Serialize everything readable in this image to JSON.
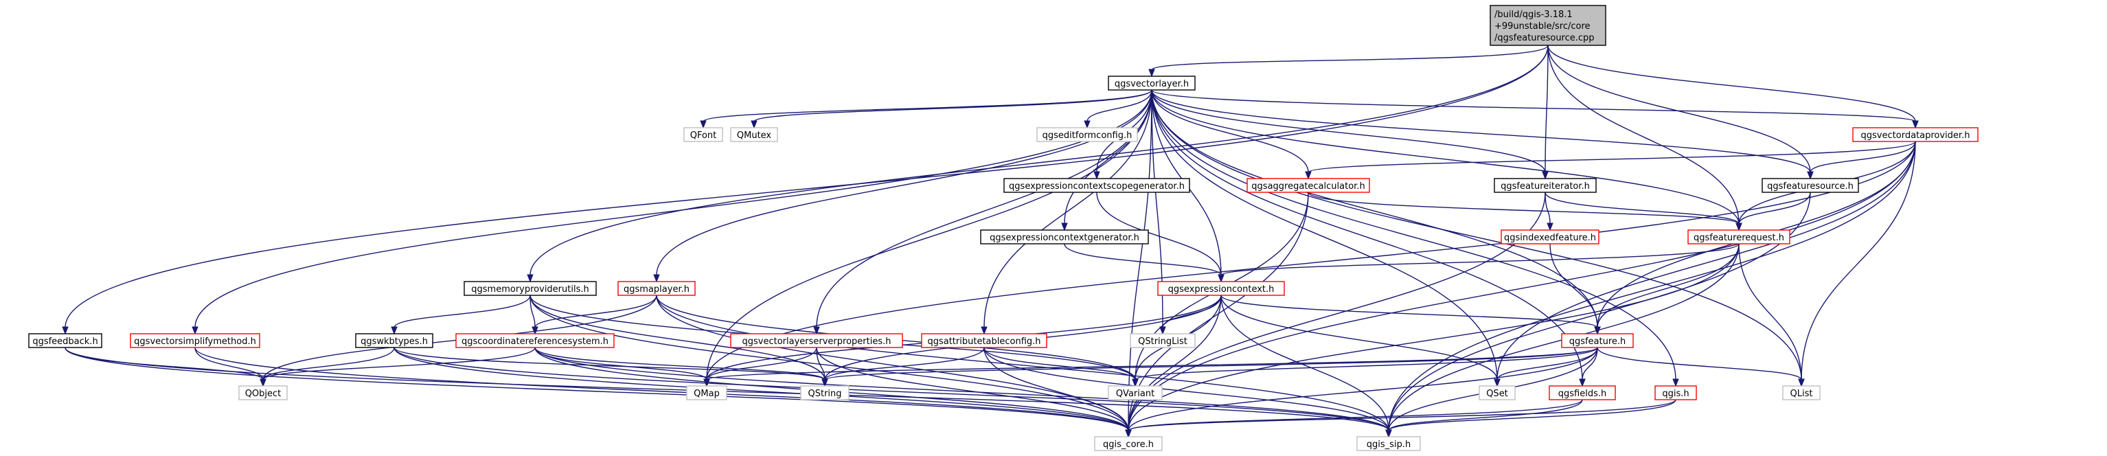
{
  "colors": {
    "edge": "#191970",
    "root_fill": "#bfbfbf",
    "border_black": "#000000",
    "border_red": "#ff0000",
    "border_gray": "#bfbfbf"
  },
  "nodes": [
    {
      "id": "root",
      "lines": [
        "/build/qgis-3.18.1",
        "+99unstable/src/core",
        "/qgsfeaturesource.cpp"
      ],
      "style": "root"
    },
    {
      "id": "vectorlayer",
      "lines": [
        "qgsvectorlayer.h"
      ],
      "style": "black"
    },
    {
      "id": "vectordataprovider",
      "lines": [
        "qgsvectordataprovider.h"
      ],
      "style": "red"
    },
    {
      "id": "qfont",
      "lines": [
        "QFont"
      ],
      "style": "gray"
    },
    {
      "id": "qmutex",
      "lines": [
        "QMutex"
      ],
      "style": "gray"
    },
    {
      "id": "editformconfig",
      "lines": [
        "qgseditformconfig.h"
      ],
      "style": "gray"
    },
    {
      "id": "exprctxscopegen",
      "lines": [
        "qgsexpressioncontextscopegenerator.h"
      ],
      "style": "black"
    },
    {
      "id": "aggregatecalc",
      "lines": [
        "qgsaggregatecalculator.h"
      ],
      "style": "red"
    },
    {
      "id": "featureiterator",
      "lines": [
        "qgsfeatureiterator.h"
      ],
      "style": "black"
    },
    {
      "id": "featuresource",
      "lines": [
        "qgsfeaturesource.h"
      ],
      "style": "black"
    },
    {
      "id": "indexedfeature",
      "lines": [
        "qgsindexedfeature.h"
      ],
      "style": "red"
    },
    {
      "id": "exprctxgen",
      "lines": [
        "qgsexpressioncontextgenerator.h"
      ],
      "style": "black"
    },
    {
      "id": "featurerequest",
      "lines": [
        "qgsfeaturerequest.h"
      ],
      "style": "red"
    },
    {
      "id": "memprovutils",
      "lines": [
        "qgsmemoryproviderutils.h"
      ],
      "style": "black"
    },
    {
      "id": "maplayer",
      "lines": [
        "qgsmaplayer.h"
      ],
      "style": "red"
    },
    {
      "id": "exprcontext",
      "lines": [
        "qgsexpressioncontext.h"
      ],
      "style": "red"
    },
    {
      "id": "qstringlist",
      "lines": [
        "QStringList"
      ],
      "style": "gray"
    },
    {
      "id": "feedback",
      "lines": [
        "qgsfeedback.h"
      ],
      "style": "black"
    },
    {
      "id": "simplifymethod",
      "lines": [
        "qgsvectorsimplifymethod.h"
      ],
      "style": "red"
    },
    {
      "id": "wkbtypes",
      "lines": [
        "qgswkbtypes.h"
      ],
      "style": "black"
    },
    {
      "id": "crs",
      "lines": [
        "qgscoordinatereferencesystem.h"
      ],
      "style": "red"
    },
    {
      "id": "serverprops",
      "lines": [
        "qgsvectorlayerserverproperties.h"
      ],
      "style": "red"
    },
    {
      "id": "attrtableconfig",
      "lines": [
        "qgsattributetableconfig.h"
      ],
      "style": "red"
    },
    {
      "id": "feature",
      "lines": [
        "qgsfeature.h"
      ],
      "style": "red"
    },
    {
      "id": "qobject",
      "lines": [
        "QObject"
      ],
      "style": "gray"
    },
    {
      "id": "qmap",
      "lines": [
        "QMap"
      ],
      "style": "gray"
    },
    {
      "id": "qstring",
      "lines": [
        "QString"
      ],
      "style": "gray"
    },
    {
      "id": "qvariant",
      "lines": [
        "QVariant"
      ],
      "style": "gray"
    },
    {
      "id": "qset",
      "lines": [
        "QSet"
      ],
      "style": "gray"
    },
    {
      "id": "fields",
      "lines": [
        "qgsfields.h"
      ],
      "style": "red"
    },
    {
      "id": "qgish",
      "lines": [
        "qgis.h"
      ],
      "style": "red"
    },
    {
      "id": "qlist",
      "lines": [
        "QList"
      ],
      "style": "gray"
    },
    {
      "id": "qgiscore",
      "lines": [
        "qgis_core.h"
      ],
      "style": "gray"
    },
    {
      "id": "qgissip",
      "lines": [
        "qgis_sip.h"
      ],
      "style": "gray"
    }
  ],
  "edges": [
    [
      "root",
      "vectorlayer"
    ],
    [
      "root",
      "vectordataprovider"
    ],
    [
      "root",
      "featureiterator"
    ],
    [
      "root",
      "featuresource"
    ],
    [
      "root",
      "featurerequest"
    ],
    [
      "root",
      "memprovutils"
    ],
    [
      "root",
      "feedback"
    ],
    [
      "vectorlayer",
      "qfont"
    ],
    [
      "vectorlayer",
      "qmutex"
    ],
    [
      "vectorlayer",
      "editformconfig"
    ],
    [
      "vectorlayer",
      "exprctxscopegen"
    ],
    [
      "vectorlayer",
      "aggregatecalc"
    ],
    [
      "vectorlayer",
      "featureiterator"
    ],
    [
      "vectorlayer",
      "featuresource"
    ],
    [
      "vectorlayer",
      "featurerequest"
    ],
    [
      "vectorlayer",
      "vectordataprovider"
    ],
    [
      "vectorlayer",
      "exprctxgen"
    ],
    [
      "vectorlayer",
      "maplayer"
    ],
    [
      "vectorlayer",
      "exprcontext"
    ],
    [
      "vectorlayer",
      "qstringlist"
    ],
    [
      "vectorlayer",
      "simplifymethod"
    ],
    [
      "vectorlayer",
      "serverprops"
    ],
    [
      "vectorlayer",
      "attrtableconfig"
    ],
    [
      "vectorlayer",
      "feature"
    ],
    [
      "vectorlayer",
      "qmap"
    ],
    [
      "vectorlayer",
      "qset"
    ],
    [
      "vectorlayer",
      "fields"
    ],
    [
      "vectorlayer",
      "qgish"
    ],
    [
      "vectorlayer",
      "qlist"
    ],
    [
      "vectorlayer",
      "qgiscore"
    ],
    [
      "vectordataprovider",
      "aggregatecalc"
    ],
    [
      "vectordataprovider",
      "featuresource"
    ],
    [
      "vectordataprovider",
      "featurerequest"
    ],
    [
      "vectordataprovider",
      "feature"
    ],
    [
      "vectordataprovider",
      "qmap"
    ],
    [
      "vectordataprovider",
      "qset"
    ],
    [
      "vectordataprovider",
      "qlist"
    ],
    [
      "vectordataprovider",
      "qgiscore"
    ],
    [
      "vectordataprovider",
      "qgissip"
    ],
    [
      "exprctxscopegen",
      "exprcontext"
    ],
    [
      "exprctxgen",
      "exprcontext"
    ],
    [
      "aggregatecalc",
      "featurerequest"
    ],
    [
      "aggregatecalc",
      "qvariant"
    ],
    [
      "aggregatecalc",
      "qgiscore"
    ],
    [
      "featureiterator",
      "indexedfeature"
    ],
    [
      "featureiterator",
      "featurerequest"
    ],
    [
      "featureiterator",
      "qgiscore"
    ],
    [
      "featuresource",
      "featurerequest"
    ],
    [
      "featuresource",
      "qgissip"
    ],
    [
      "indexedfeature",
      "feature"
    ],
    [
      "featurerequest",
      "exprcontext"
    ],
    [
      "featurerequest",
      "feature"
    ],
    [
      "featurerequest",
      "qlist"
    ],
    [
      "featurerequest",
      "qgiscore"
    ],
    [
      "featurerequest",
      "qgissip"
    ],
    [
      "memprovutils",
      "crs"
    ],
    [
      "memprovutils",
      "wkbtypes"
    ],
    [
      "memprovutils",
      "qvariant"
    ],
    [
      "memprovutils",
      "qstring"
    ],
    [
      "memprovutils",
      "qgiscore"
    ],
    [
      "maplayer",
      "crs"
    ],
    [
      "maplayer",
      "qobject"
    ],
    [
      "maplayer",
      "qvariant"
    ],
    [
      "maplayer",
      "qgiscore"
    ],
    [
      "maplayer",
      "qgissip"
    ],
    [
      "exprcontext",
      "feature"
    ],
    [
      "exprcontext",
      "qstringlist"
    ],
    [
      "exprcontext",
      "qmap"
    ],
    [
      "exprcontext",
      "qstring"
    ],
    [
      "exprcontext",
      "qvariant"
    ],
    [
      "exprcontext",
      "qset"
    ],
    [
      "exprcontext",
      "qgiscore"
    ],
    [
      "exprcontext",
      "qgissip"
    ],
    [
      "feedback",
      "qobject"
    ],
    [
      "feedback",
      "qgiscore"
    ],
    [
      "feedback",
      "qgissip"
    ],
    [
      "simplifymethod",
      "qobject"
    ],
    [
      "simplifymethod",
      "qgiscore"
    ],
    [
      "wkbtypes",
      "qobject"
    ],
    [
      "wkbtypes",
      "qstring"
    ],
    [
      "wkbtypes",
      "qgiscore"
    ],
    [
      "wkbtypes",
      "qgissip"
    ],
    [
      "crs",
      "qobject"
    ],
    [
      "crs",
      "qmap"
    ],
    [
      "crs",
      "qstring"
    ],
    [
      "crs",
      "qgiscore"
    ],
    [
      "crs",
      "qgissip"
    ],
    [
      "serverprops",
      "qmap"
    ],
    [
      "serverprops",
      "qstring"
    ],
    [
      "serverprops",
      "qgiscore"
    ],
    [
      "attrtableconfig",
      "qstring"
    ],
    [
      "attrtableconfig",
      "qvariant"
    ],
    [
      "attrtableconfig",
      "qgiscore"
    ],
    [
      "attrtableconfig",
      "qgissip"
    ],
    [
      "feature",
      "qmap"
    ],
    [
      "feature",
      "qstring"
    ],
    [
      "feature",
      "qvariant"
    ],
    [
      "feature",
      "qset"
    ],
    [
      "feature",
      "fields"
    ],
    [
      "feature",
      "qlist"
    ],
    [
      "feature",
      "qgiscore"
    ],
    [
      "feature",
      "qgissip"
    ],
    [
      "fields",
      "qgiscore"
    ],
    [
      "fields",
      "qgissip"
    ],
    [
      "qgish",
      "qgiscore"
    ],
    [
      "qgish",
      "qgissip"
    ]
  ]
}
